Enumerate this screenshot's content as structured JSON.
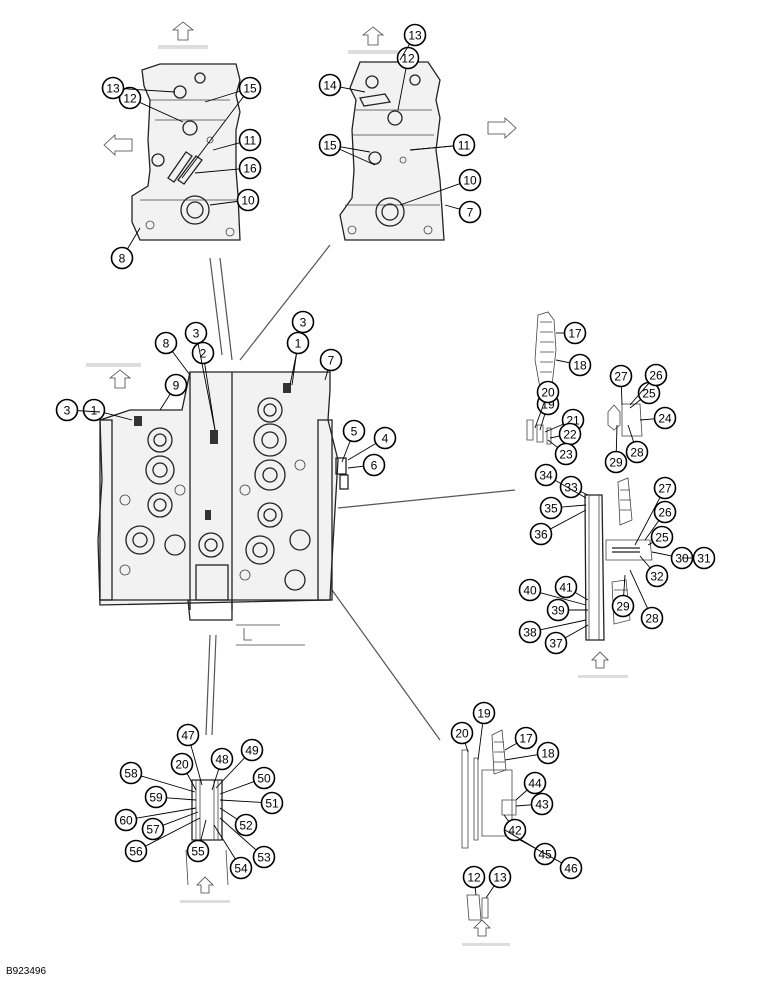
{
  "figure_id": "B923496",
  "callouts": {
    "tl": [
      "8",
      "10",
      "11",
      "12",
      "13",
      "15",
      "16"
    ],
    "tr": [
      "7",
      "10",
      "11",
      "12",
      "13",
      "14",
      "15"
    ],
    "main": [
      "1",
      "2",
      "3",
      "4",
      "5",
      "6",
      "7",
      "8",
      "9"
    ],
    "r1": [
      "17",
      "18",
      "19",
      "20",
      "21",
      "22",
      "23",
      "24",
      "25",
      "26",
      "27",
      "28",
      "29"
    ],
    "r2": [
      "25",
      "26",
      "27",
      "28",
      "29",
      "30",
      "31",
      "32",
      "33",
      "34",
      "35",
      "36",
      "37",
      "38",
      "39",
      "40",
      "41"
    ],
    "bl": [
      "20",
      "47",
      "48",
      "49",
      "50",
      "51",
      "52",
      "53",
      "54",
      "55",
      "56",
      "57",
      "58",
      "59",
      "60"
    ],
    "br": [
      "12",
      "13",
      "17",
      "18",
      "19",
      "20",
      "42",
      "43",
      "44",
      "45",
      "46"
    ]
  }
}
